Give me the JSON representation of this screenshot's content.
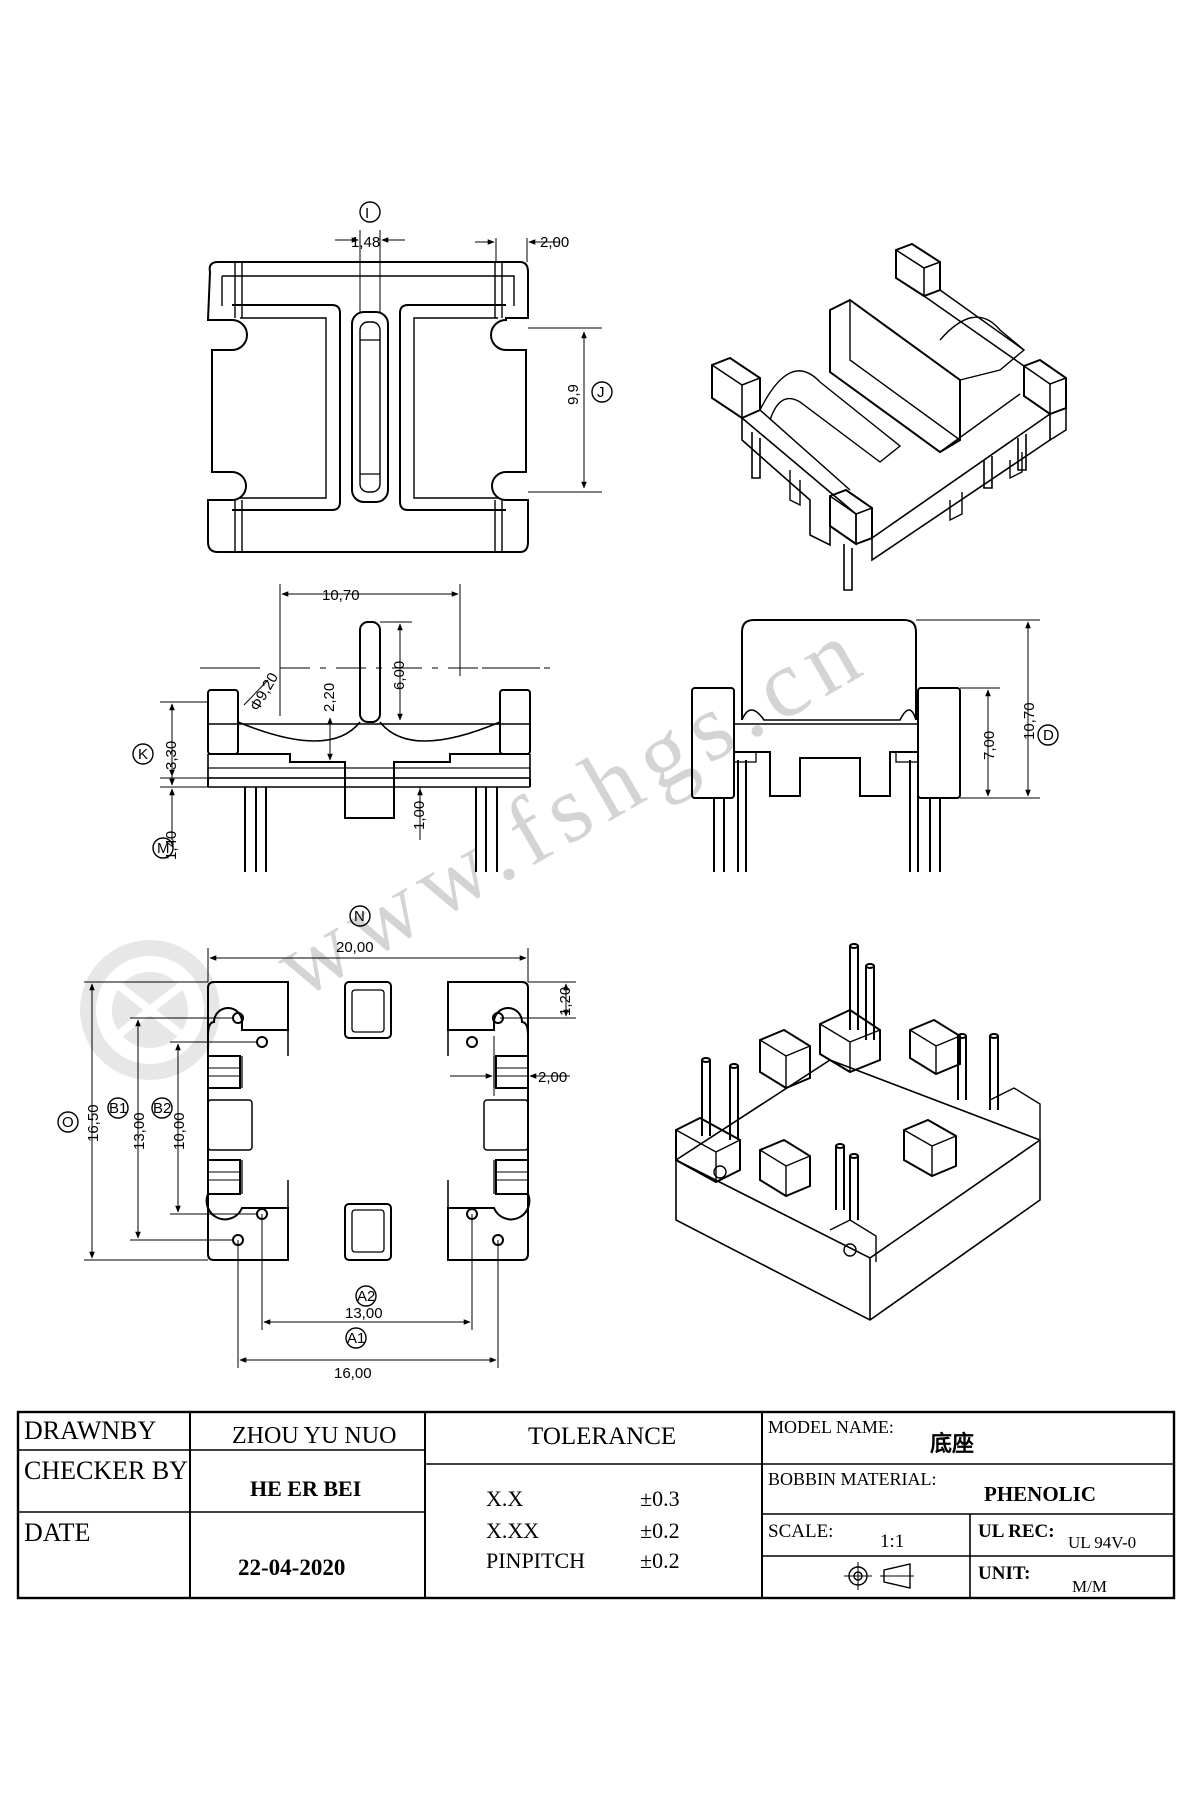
{
  "drawing": {
    "top_view": {
      "dims": {
        "I_width": "1,48",
        "edge": "2,00",
        "J": "9,9"
      },
      "labels": {
        "I": "I",
        "J": "J"
      }
    },
    "front_view": {
      "dims": {
        "width": "10,70",
        "radius": "Φ9,20",
        "rail": "2,20",
        "post": "6,00",
        "K": "3,30",
        "foot": "1,00",
        "M": "1,40"
      },
      "labels": {
        "K": "K",
        "M": "M"
      }
    },
    "side_view": {
      "dims": {
        "h1": "7,00",
        "D": "10,70"
      },
      "labels": {
        "D": "D"
      }
    },
    "bottom_view": {
      "dims": {
        "N": "20,00",
        "O": "16,50",
        "B1": "13,00",
        "B2": "10,00",
        "top": "1,20",
        "side": "2,00",
        "A2": "13,00",
        "A1": "16,00"
      },
      "labels": {
        "N": "N",
        "O": "O",
        "B1": "B1",
        "B2": "B2",
        "A2": "A2",
        "A1": "A1"
      }
    },
    "watermark": "www.fshgs.cn"
  },
  "title_block": {
    "drawn_by_label": "DRAWNBY",
    "drawn_by": "ZHOU YU NUO",
    "checker_label": "CHECKER BY",
    "checker": "HE ER BEI",
    "date_label": "DATE",
    "date": "22-04-2020",
    "tolerance_label": "TOLERANCE",
    "tolerances": [
      {
        "name": "X.X",
        "value": "±0.3"
      },
      {
        "name": "X.XX",
        "value": "±0.2"
      },
      {
        "name": "PINPITCH",
        "value": "±0.2"
      }
    ],
    "model_label": "MODEL NAME:",
    "model": "底座",
    "material_label": "BOBBIN MATERIAL:",
    "material": "PHENOLIC",
    "scale_label": "SCALE:",
    "scale": "1:1",
    "ul_label": "UL REC:",
    "ul": "UL 94V-0",
    "unit_label": "UNIT:",
    "unit": "M/M"
  }
}
